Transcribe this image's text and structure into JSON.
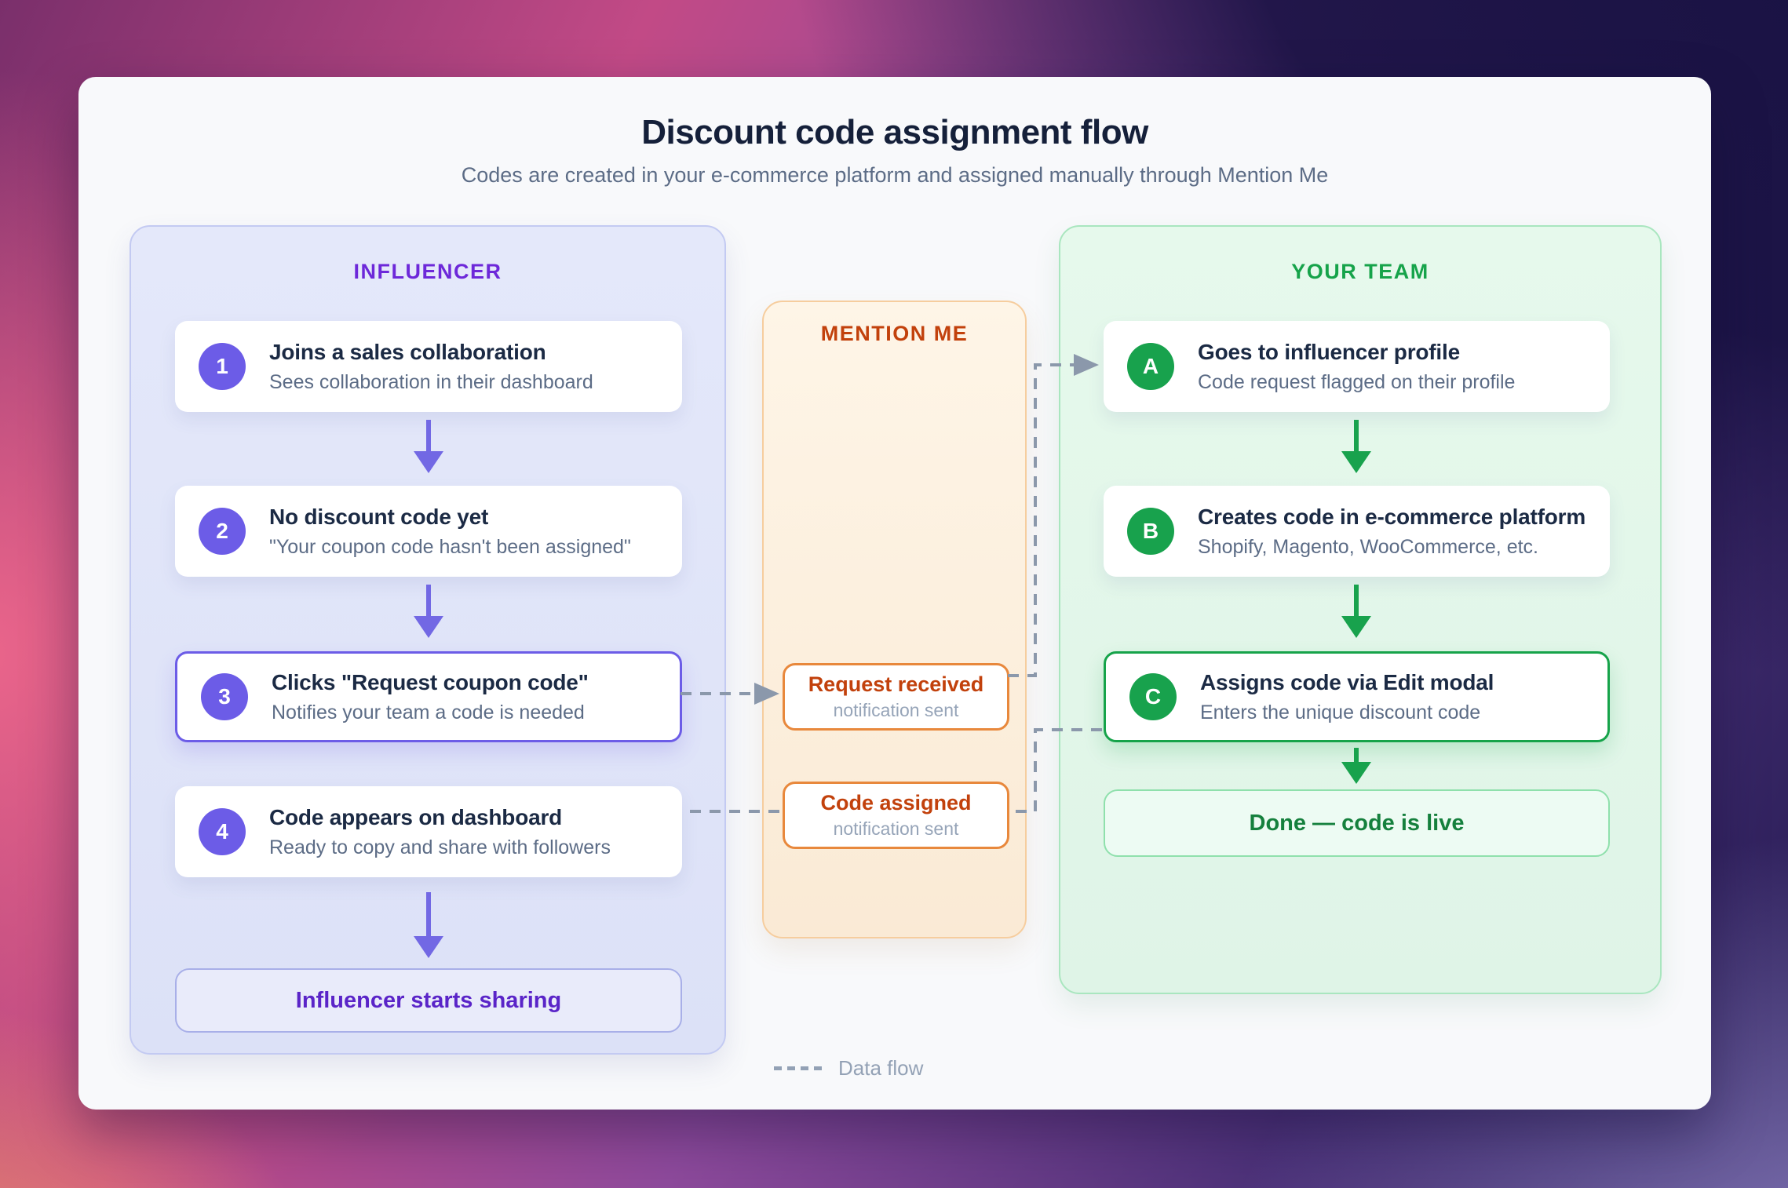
{
  "title": "Discount code assignment flow",
  "subtitle": "Codes are created in your e-commerce platform and assigned manually through Mention Me",
  "influencer": {
    "heading": "INFLUENCER",
    "steps": [
      {
        "badge": "1",
        "title": "Joins a sales collaboration",
        "subtitle": "Sees collaboration in their dashboard"
      },
      {
        "badge": "2",
        "title": "No discount code yet",
        "subtitle": "\"Your coupon code hasn't been assigned\""
      },
      {
        "badge": "3",
        "title": "Clicks \"Request coupon code\"",
        "subtitle": "Notifies your team a code is needed"
      },
      {
        "badge": "4",
        "title": "Code appears on dashboard",
        "subtitle": "Ready to copy and share with followers"
      }
    ],
    "outcome": "Influencer starts sharing"
  },
  "mention_me": {
    "heading": "MENTION ME",
    "events": [
      {
        "title": "Request received",
        "subtitle": "notification sent"
      },
      {
        "title": "Code assigned",
        "subtitle": "notification sent"
      }
    ]
  },
  "your_team": {
    "heading": "YOUR TEAM",
    "steps": [
      {
        "badge": "A",
        "title": "Goes to influencer profile",
        "subtitle": "Code request flagged on their profile"
      },
      {
        "badge": "B",
        "title": "Creates code in e-commerce platform",
        "subtitle": "Shopify, Magento, WooCommerce, etc."
      },
      {
        "badge": "C",
        "title": "Assigns code via Edit modal",
        "subtitle": "Enters the unique discount code"
      }
    ],
    "outcome": "Done — code is live"
  },
  "legend": {
    "label": "Data flow"
  },
  "colors": {
    "accent-purple": "#6C5CE7",
    "heading-purple": "#6D28D9",
    "pill-purple-text": "#5A24C8",
    "accent-green": "#18A24D",
    "heading-green": "#16A34A",
    "dark-green": "#15803D",
    "accent-orange": "#E8883C",
    "heading-orange": "#C2410C",
    "connector": "#8B98AB",
    "title-ink": "#15203A",
    "ink": "#1B2A44",
    "muted": "#5C6C86",
    "faint": "#96A4B8"
  }
}
